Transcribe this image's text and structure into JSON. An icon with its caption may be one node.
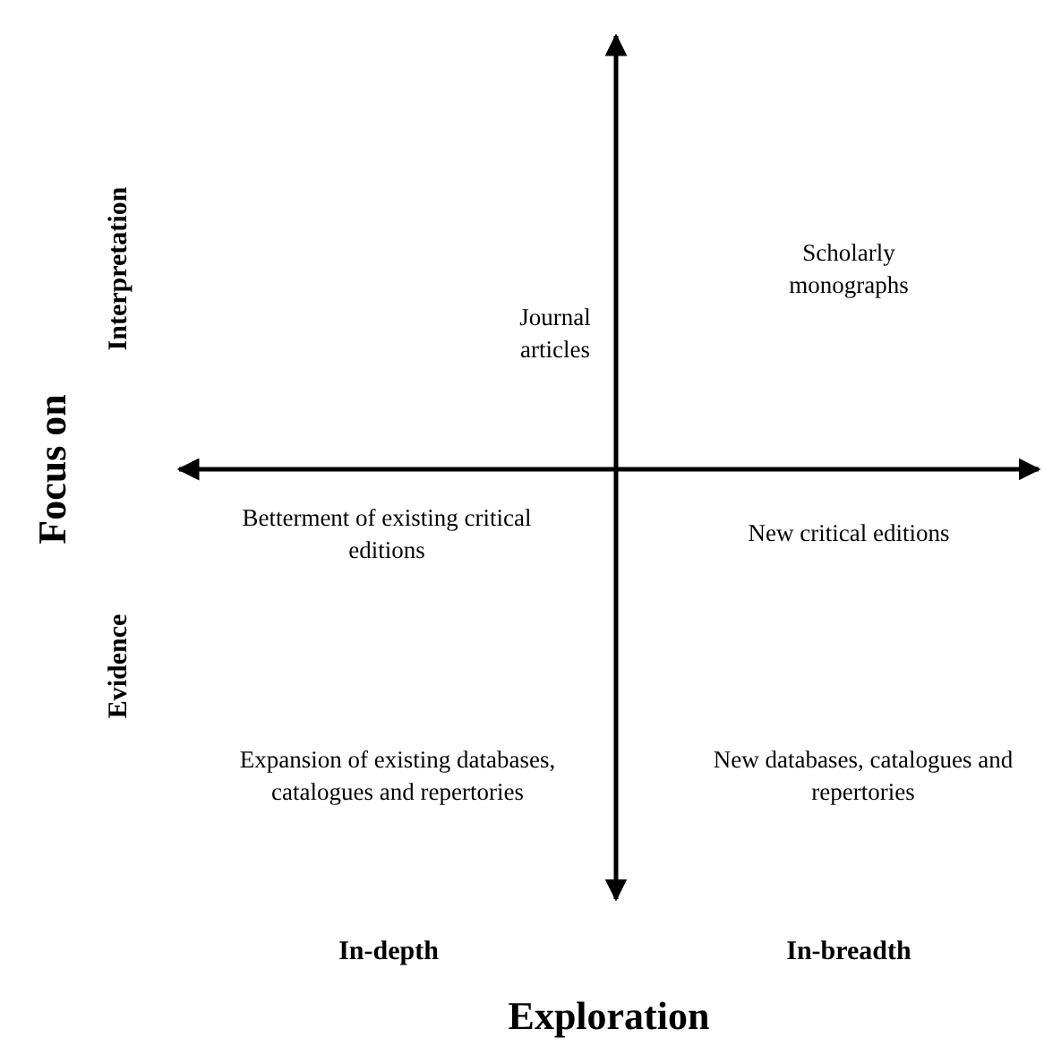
{
  "diagram": {
    "labels": [
      "Interpretation",
      "Scholarly monographs",
      "Journal articles",
      "Focus on",
      "Betterment of existing critical editions",
      "New critical editions",
      "Evidence",
      "Expansion of existing databases, catalogues and repertories",
      "New databases, catalogues and repertories",
      "In-depth",
      "In-breadth",
      "Exploration"
    ]
  }
}
